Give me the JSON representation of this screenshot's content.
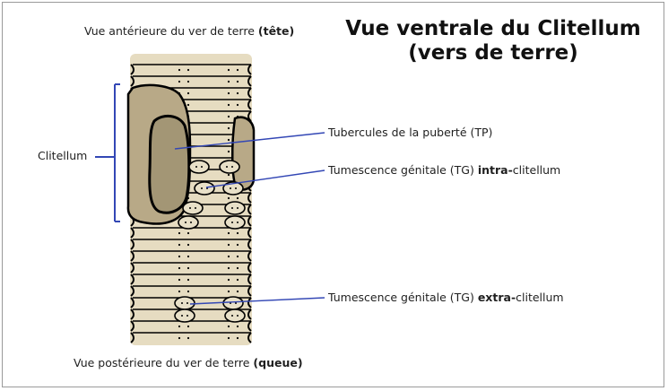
{
  "title": {
    "line1": "Vue ventrale du Clitellum",
    "line2": "(vers de terre)"
  },
  "labels": {
    "anterior": {
      "text": "Vue antérieure du ver de terre ",
      "bold": "(tête)"
    },
    "posterior": {
      "text": "Vue postérieure du ver de terre ",
      "bold": "(queue)"
    },
    "clitellum": "Clitellum",
    "tp": "Tubercules de la puberté (TP)",
    "tg_intra": {
      "text": "Tumescence génitale (TG) ",
      "bold": "intra-",
      "suffix": "clitellum"
    },
    "tg_extra": {
      "text": "Tumescence génitale (TG) ",
      "bold": "extra-",
      "suffix": "clitellum"
    }
  },
  "colors": {
    "worm": "#e6dcc1",
    "clitellum": "#b8a987",
    "tubercle": "#a39675",
    "outline": "#000000",
    "pointer": "#3347b5",
    "frame": "#9a9a9a"
  }
}
